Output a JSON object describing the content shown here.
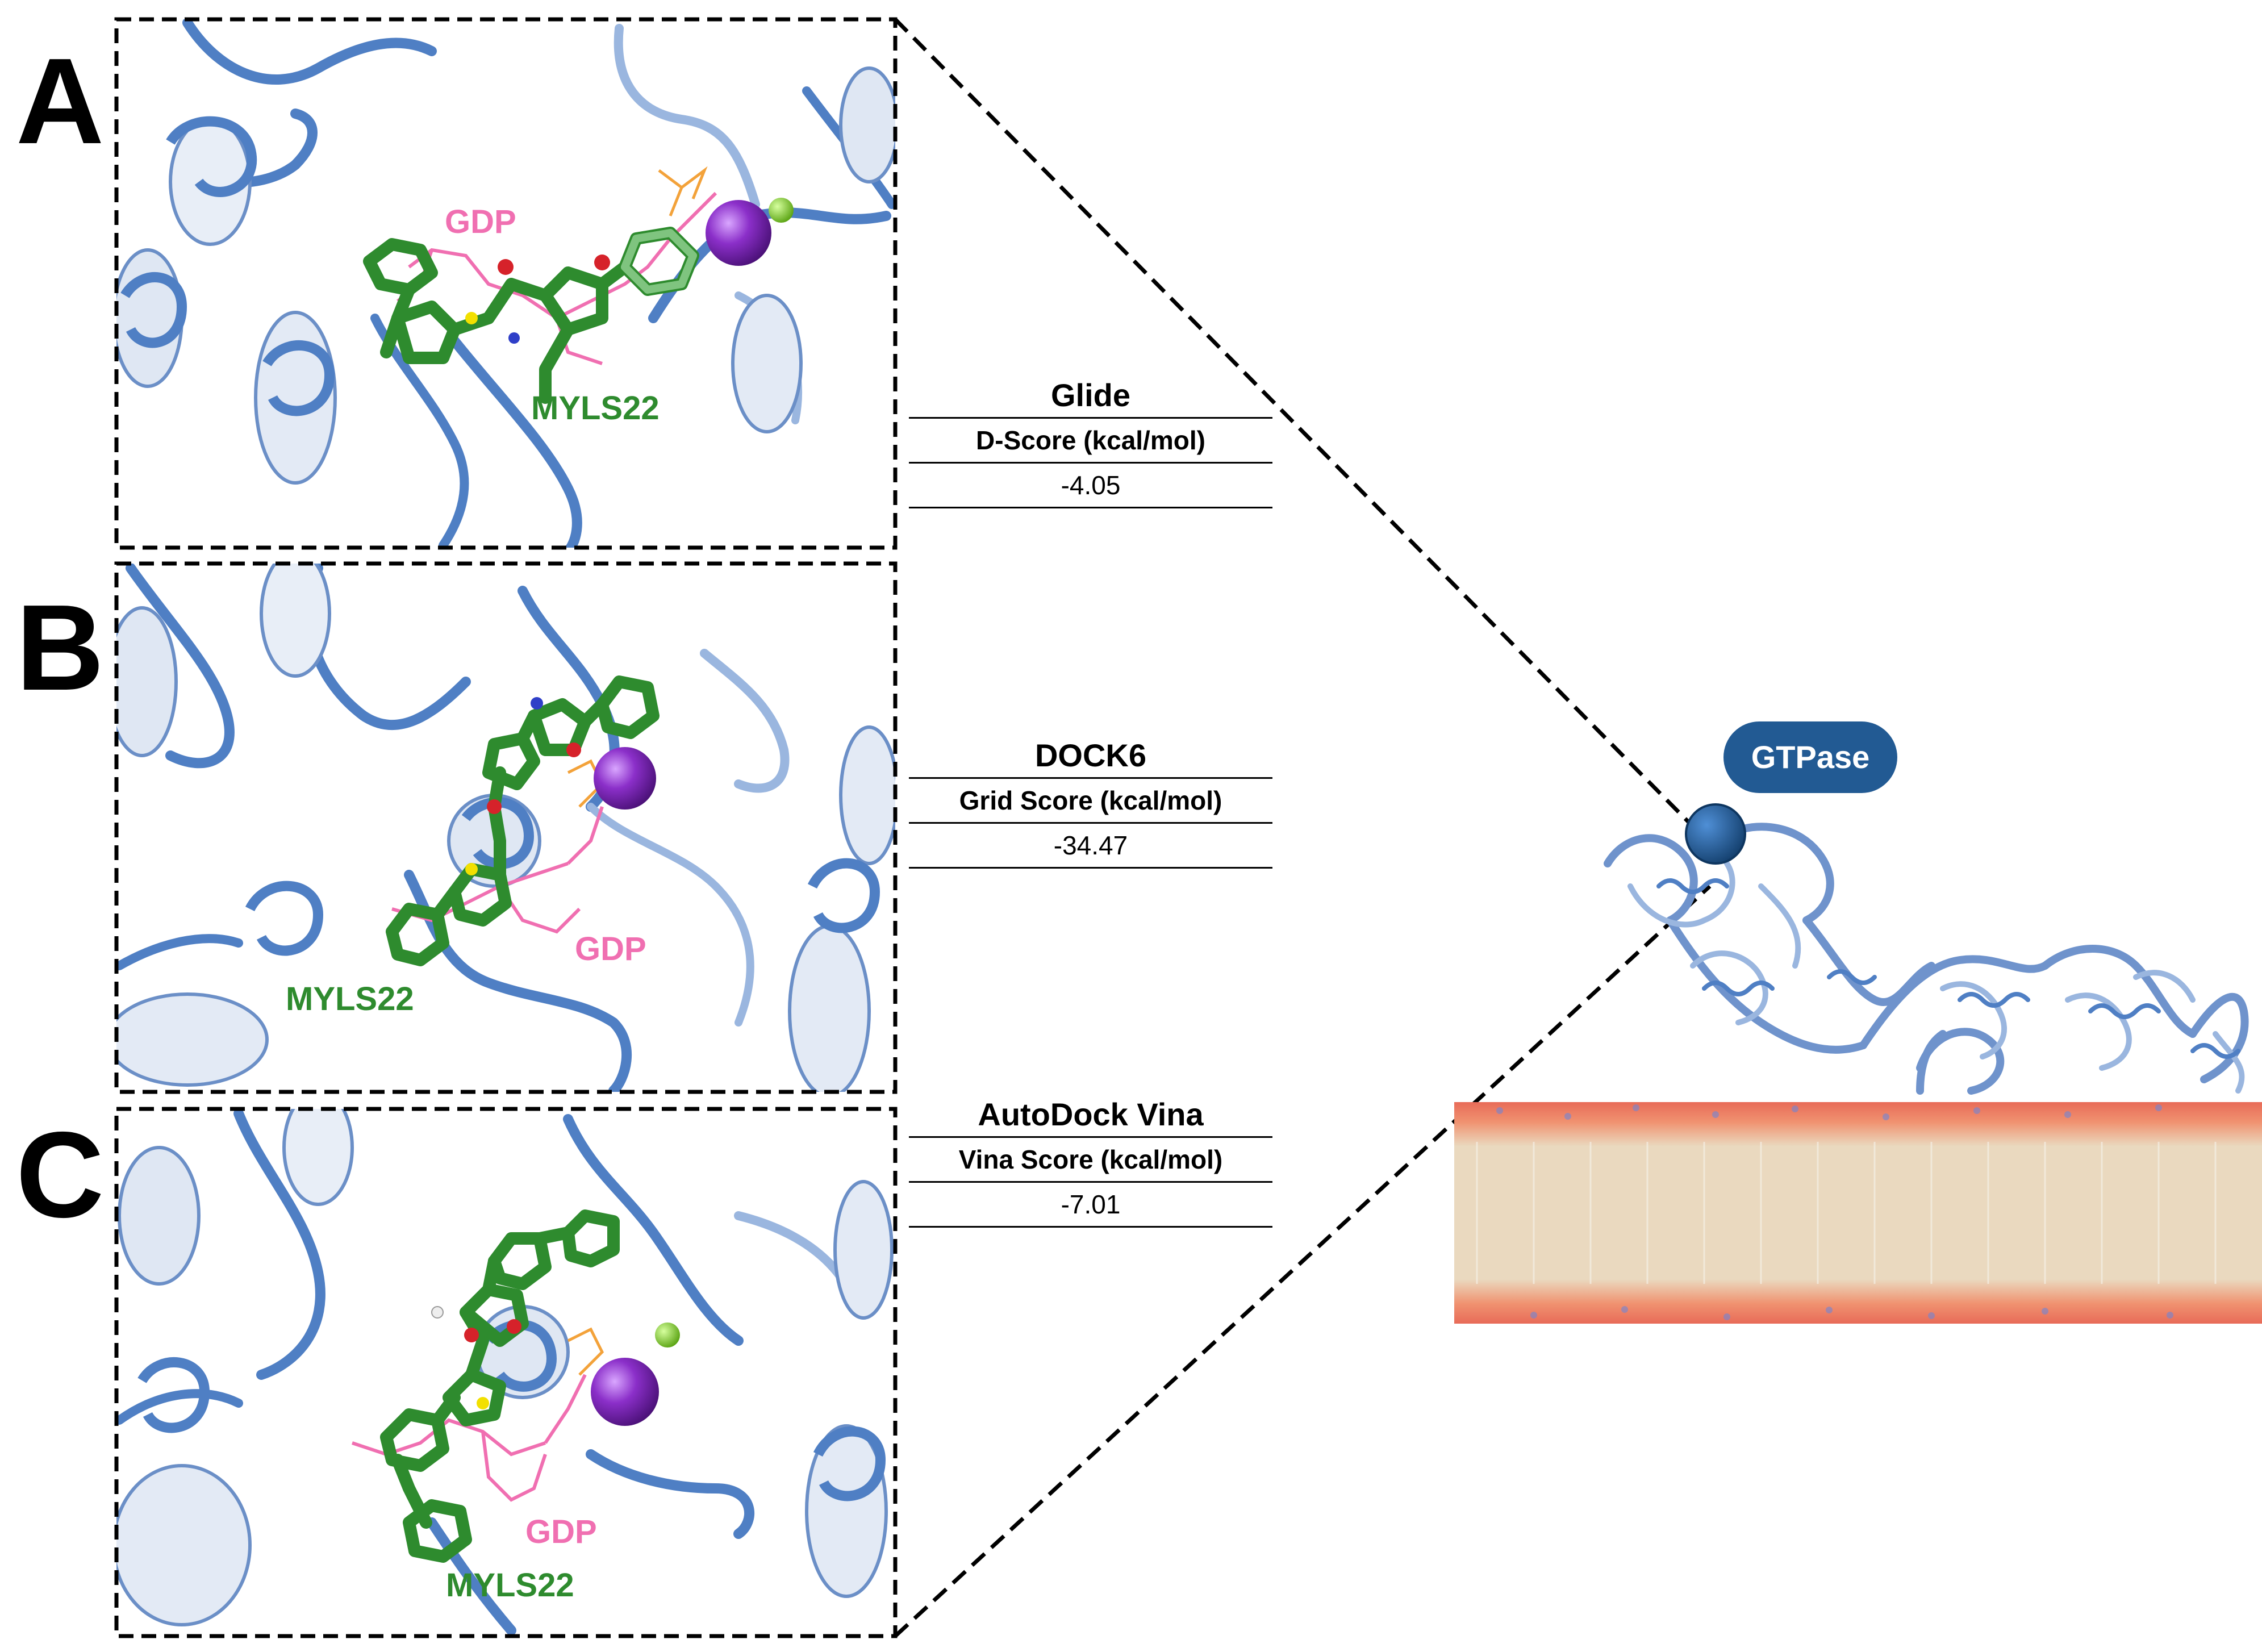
{
  "panels": [
    {
      "letter": "A",
      "ligand_label": "MYLS22",
      "cofactor_label": "GDP",
      "score": {
        "tool": "Glide",
        "metric": "D-Score (kcal/mol)",
        "value": "-4.05"
      }
    },
    {
      "letter": "B",
      "ligand_label": "MYLS22",
      "cofactor_label": "GDP",
      "score": {
        "tool": "DOCK6",
        "metric": "Grid Score (kcal/mol)",
        "value": "-34.47"
      }
    },
    {
      "letter": "C",
      "ligand_label": "MYLS22",
      "cofactor_label": "GDP",
      "score": {
        "tool": "AutoDock Vina",
        "metric": "Vina Score (kcal/mol)",
        "value": "-7.01"
      }
    }
  ],
  "overview": {
    "domain_label": "GTPase"
  },
  "colors": {
    "protein_ribbon": "#4f7fc4",
    "protein_ribbon_light": "#9ab6df",
    "ligand": "#2e8b2e",
    "cofactor": "#f06fb1",
    "ion_purple": "#8b2fc9",
    "ion_green": "#7ec82a",
    "gtpase_badge": "#225a93",
    "membrane_core": "#ead9bf",
    "membrane_headgroups": "#f07555"
  }
}
